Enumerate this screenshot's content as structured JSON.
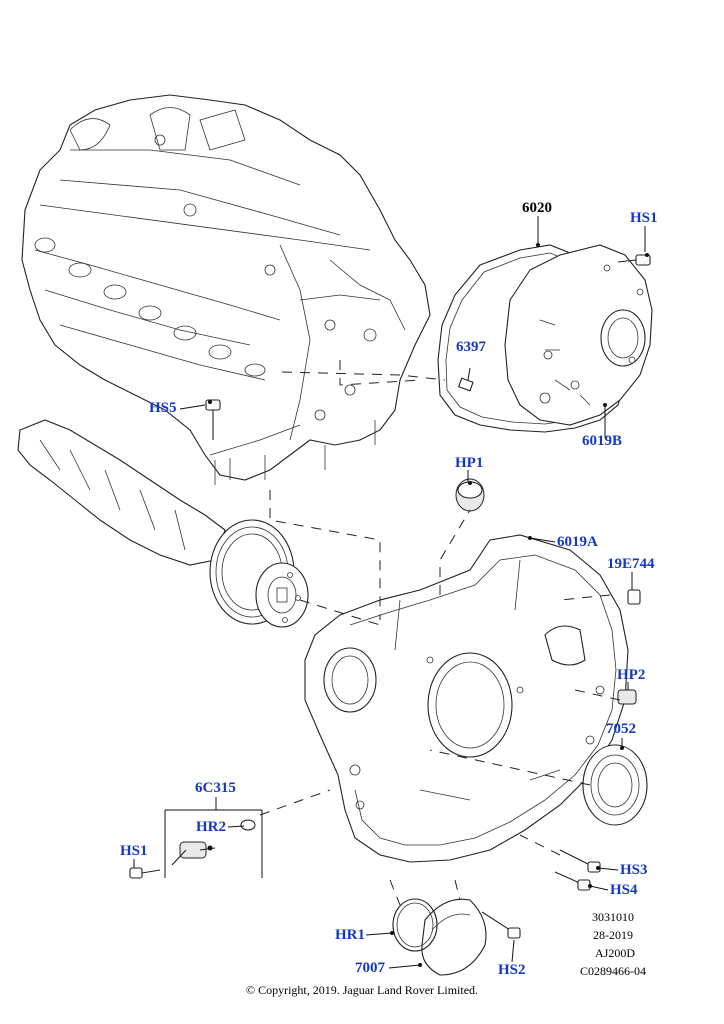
{
  "labels": {
    "l6020": "6020",
    "hs1_top": "HS1",
    "l6397": "6397",
    "hs5": "HS5",
    "l6019b": "6019B",
    "hp1": "HP1",
    "l6019a": "6019A",
    "l19e744": "19E744",
    "hp2": "HP2",
    "l7052": "7052",
    "l6c315": "6C315",
    "hr2": "HR2",
    "hs1_bottom": "HS1",
    "hs3": "HS3",
    "hs4": "HS4",
    "hr1": "HR1",
    "l7007": "7007",
    "hs2": "HS2"
  },
  "reference": {
    "line1": "3031010",
    "line2": "28-2019",
    "line3": "AJ200D",
    "line4": "C0289466-04"
  },
  "copyright": "© Copyright, 2019. Jaguar Land Rover Limited.",
  "colors": {
    "callout_blue": "#1437c8",
    "callout_black": "#000000",
    "line": "#222222"
  }
}
